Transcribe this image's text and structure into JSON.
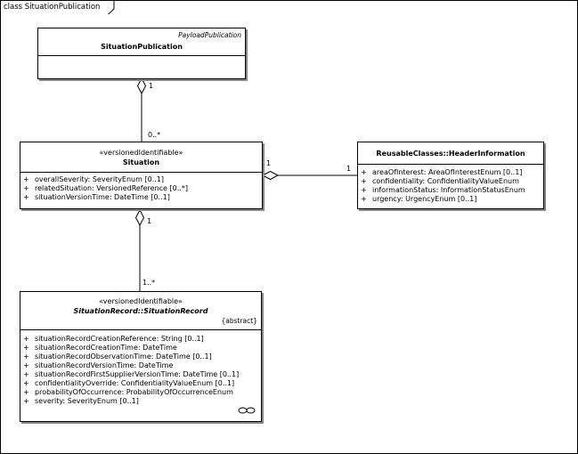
{
  "frame": {
    "title": "class SituationPublication"
  },
  "situation_publication": {
    "parent": "PayloadPublication",
    "name": "SituationPublication"
  },
  "situation": {
    "stereotype": "«versionedIdentifiable»",
    "name": "Situation",
    "attributes": [
      {
        "vis": "+",
        "text": "overallSeverity:  SeverityEnum [0..1]"
      },
      {
        "vis": "+",
        "text": "relatedSituation:  VersionedReference [0..*]"
      },
      {
        "vis": "+",
        "text": "situationVersionTime:  DateTime [0..1]"
      }
    ]
  },
  "header_information": {
    "name": "ReusableClasses::HeaderInformation",
    "attributes": [
      {
        "vis": "+",
        "text": "areaOfInterest:  AreaOfInterestEnum [0..1]"
      },
      {
        "vis": "+",
        "text": "confidentiality:  ConfidentialityValueEnum"
      },
      {
        "vis": "+",
        "text": "informationStatus:  InformationStatusEnum"
      },
      {
        "vis": "+",
        "text": "urgency:  UrgencyEnum [0..1]"
      }
    ]
  },
  "situation_record": {
    "stereotype": "«versionedIdentifiable»",
    "name": "SituationRecord::SituationRecord",
    "tag": "{abstract}",
    "attributes": [
      {
        "vis": "+",
        "text": "situationRecordCreationReference:  String [0..1]"
      },
      {
        "vis": "+",
        "text": "situationRecordCreationTime:  DateTime"
      },
      {
        "vis": "+",
        "text": "situationRecordObservationTime:  DateTime [0..1]"
      },
      {
        "vis": "+",
        "text": "situationRecordVersionTime:  DateTime"
      },
      {
        "vis": "+",
        "text": "situationRecordFirstSupplierVersionTime:  DateTime [0..1]"
      },
      {
        "vis": "+",
        "text": "confidentialityOverride:  ConfidentialityValueEnum [0..1]"
      },
      {
        "vis": "+",
        "text": "probabilityOfOccurrence:  ProbabilityOfOccurrenceEnum"
      },
      {
        "vis": "+",
        "text": "severity:  SeverityEnum [0..1]"
      }
    ]
  },
  "associations": {
    "pub_to_situation": {
      "source_mult": "1",
      "target_mult": "0..*"
    },
    "situation_to_header": {
      "source_mult": "1",
      "target_mult": "1"
    },
    "situation_to_record": {
      "source_mult": "1",
      "target_mult": "1..*"
    }
  }
}
